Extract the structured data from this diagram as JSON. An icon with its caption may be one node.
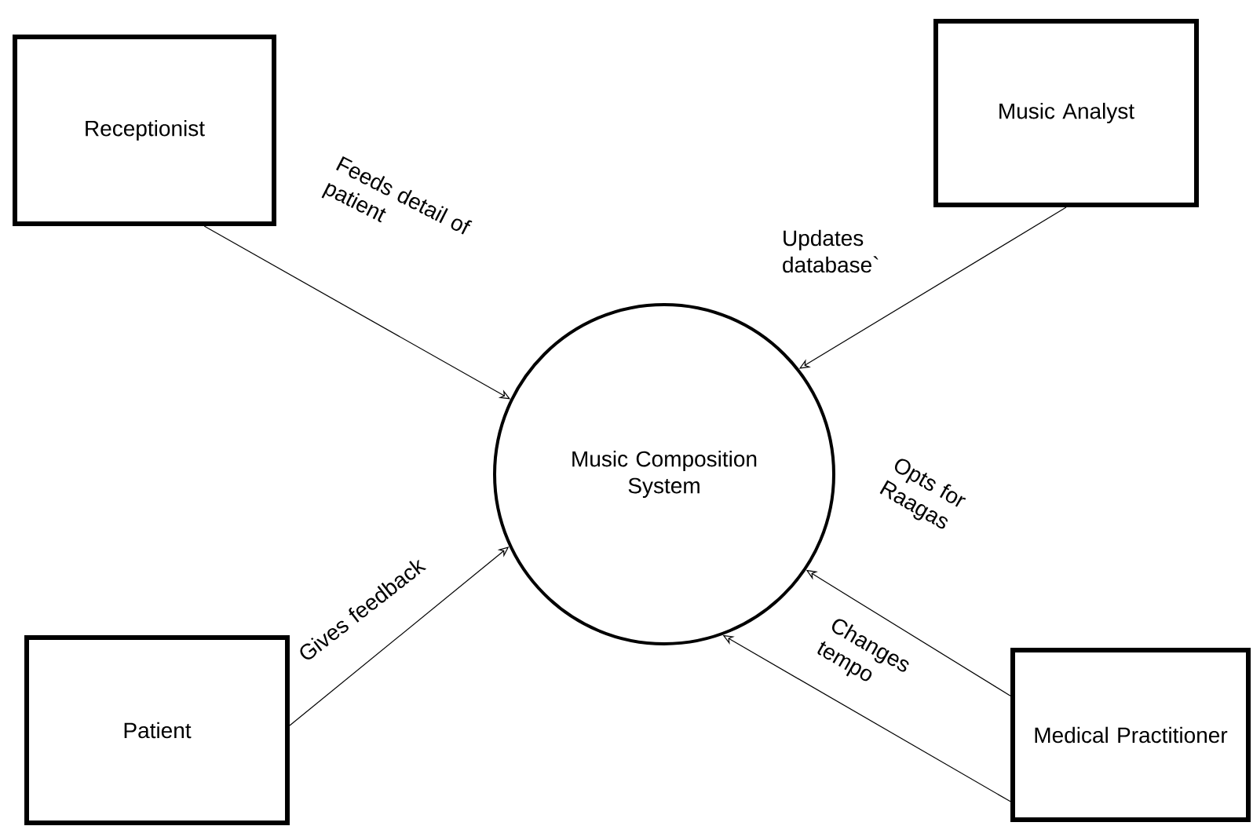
{
  "diagram": {
    "nodes": [
      {
        "text": [
          "Receptionist"
        ]
      },
      {
        "text": [
          "Music Analyst"
        ]
      },
      {
        "text": [
          "Music Composition System"
        ]
      },
      {
        "text": [
          "Patient"
        ]
      },
      {
        "text": [
          "Medical Practitioner"
        ]
      }
    ],
    "edges": [
      {
        "from": 0,
        "to": 2,
        "arrow": "to",
        "label": "Feeds detail of patient"
      },
      {
        "from": 1,
        "to": 2,
        "arrow": "to",
        "label": "Updates database`"
      },
      {
        "from": 3,
        "to": 2,
        "arrow": "to",
        "label": "Gives feedback"
      },
      {
        "from": 4,
        "to": 2,
        "arrow": "to",
        "label": "Opts for Raagas"
      },
      {
        "from": 4,
        "to": 2,
        "arrow": "to",
        "label": "Changes tempo"
      }
    ]
  }
}
